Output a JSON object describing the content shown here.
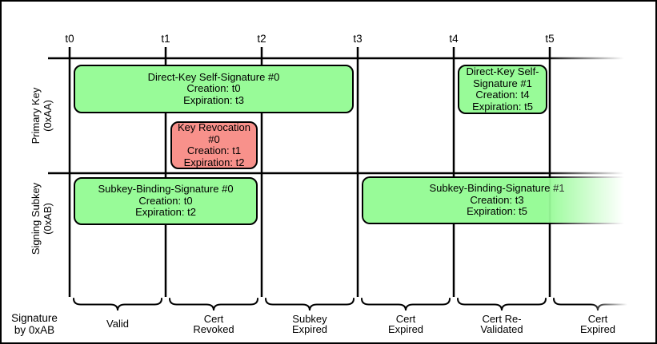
{
  "timeline": {
    "ticks": [
      "t0",
      "t1",
      "t2",
      "t3",
      "t4",
      "t5"
    ]
  },
  "rows": [
    {
      "label": "Primary Key\n(0xAA)"
    },
    {
      "label": "Signing Subkey\n(0xAB)"
    }
  ],
  "boxes": [
    {
      "title": "Direct-Key Self-Signature #0",
      "creation": "Creation: t0",
      "expiration": "Expiration: t3"
    },
    {
      "title": "Key Revocation #0",
      "creation": "Creation: t1",
      "expiration": "Expiration: t2"
    },
    {
      "title": "Direct-Key Self-Signature #1",
      "creation": "Creation: t4",
      "expiration": "Expiration: t5"
    },
    {
      "title": "Subkey-Binding-Signature #0",
      "creation": "Creation: t0",
      "expiration": "Expiration: t2"
    },
    {
      "title": "Subkey-Binding-Signature #1",
      "creation": "Creation: t3",
      "expiration": "Expiration: t5"
    }
  ],
  "legend": {
    "label": "Signature\nby 0xAB"
  },
  "segments": [
    {
      "label": "Valid"
    },
    {
      "label": "Cert\nRevoked"
    },
    {
      "label": "Subkey\nExpired"
    },
    {
      "label": "Cert\nExpired"
    },
    {
      "label": "Cert Re-\nValidated"
    },
    {
      "label": "Cert\nExpired"
    }
  ],
  "colors": {
    "valid_fill": "#98FB98",
    "revoked_fill": "#F8918B",
    "line": "#000000",
    "background": "#FFFFFF"
  }
}
